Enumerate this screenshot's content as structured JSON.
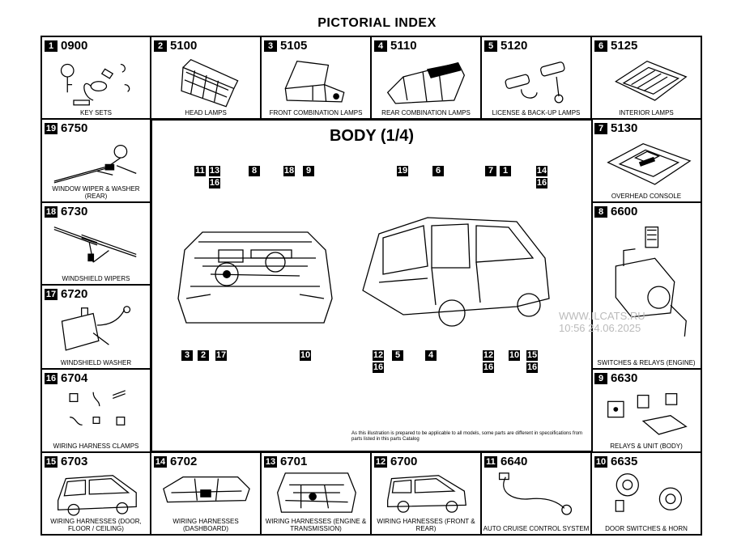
{
  "page_title": "PICTORIAL INDEX",
  "center_title": "BODY (1/4)",
  "note": "As this illustration is prepared to be applicable to all models, some parts are different in specoifications from parts listed in this parts Catalog",
  "watermark": {
    "site": "WWW.ILCATS.RU",
    "time": "10:56 24.06.2025"
  },
  "cells": [
    {
      "num": "1",
      "code": "0900",
      "caption": "KEY SETS"
    },
    {
      "num": "2",
      "code": "5100",
      "caption": "HEAD LAMPS"
    },
    {
      "num": "3",
      "code": "5105",
      "caption": "FRONT COMBINATION LAMPS"
    },
    {
      "num": "4",
      "code": "5110",
      "caption": "REAR COMBINATION LAMPS"
    },
    {
      "num": "5",
      "code": "5120",
      "caption": "LICENSE & BACK-UP LAMPS"
    },
    {
      "num": "6",
      "code": "5125",
      "caption": "INTERIOR LAMPS"
    },
    {
      "num": "19",
      "code": "6750",
      "caption": "WINDOW WIPER & WASHER (REAR)"
    },
    {
      "num": "7",
      "code": "5130",
      "caption": "OVERHEAD CONSOLE"
    },
    {
      "num": "18",
      "code": "6730",
      "caption": "WINDSHIELD WIPERS"
    },
    {
      "num": "8",
      "code": "6600",
      "caption": "SWITCHES & RELAYS (ENGINE)"
    },
    {
      "num": "17",
      "code": "6720",
      "caption": "WINDSHIELD WASHER"
    },
    {
      "num": "16",
      "code": "6704",
      "caption": "WIRING HARNESS CLAMPS"
    },
    {
      "num": "9",
      "code": "6630",
      "caption": "RELAYS & UNIT (BODY)"
    },
    {
      "num": "15",
      "code": "6703",
      "caption": "WIRING HARNESSES (DOOR, FLOOR / CEILING)"
    },
    {
      "num": "14",
      "code": "6702",
      "caption": "WIRING HARNESSES (DASHBOARD)"
    },
    {
      "num": "13",
      "code": "6701",
      "caption": "WIRING HARNESSES (ENGINE & TRANSMISSION)"
    },
    {
      "num": "12",
      "code": "6700",
      "caption": "WIRING HARNESSES (FRONT & REAR)"
    },
    {
      "num": "11",
      "code": "6640",
      "caption": "AUTO CRUISE CONTROL SYSTEM"
    },
    {
      "num": "10",
      "code": "6635",
      "caption": "DOOR SWITCHES & HORN"
    }
  ],
  "callouts": [
    "11",
    "13",
    "16",
    "8",
    "18",
    "9",
    "19",
    "6",
    "7",
    "1",
    "14",
    "16",
    "3",
    "2",
    "17",
    "10",
    "12",
    "16",
    "5",
    "4",
    "12",
    "16",
    "10",
    "15",
    "16"
  ]
}
